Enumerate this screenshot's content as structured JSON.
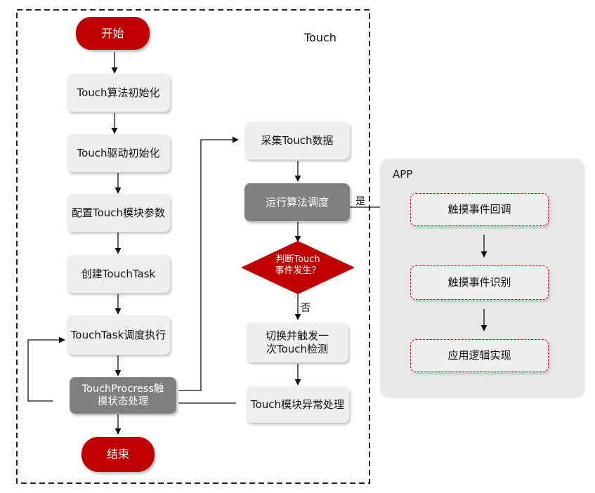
{
  "touch_region_label": "Touch",
  "app_region_label": "APP",
  "nodes": {
    "start": "开始",
    "touch_algo_init": "Touch算法初始化",
    "touch_driver_init": "Touch驱动初始化",
    "config_params": "配置Touch模块参数",
    "create_task": "创建TouchTask",
    "task_exec": "TouchTask调度执行",
    "process_state": "TouchProcress触摸状态处理",
    "end": "结束",
    "collect_data": "采集Touch数据",
    "run_algo": "运行算法调度",
    "judge_event": "判断Touch事件发生？",
    "switch_trigger": "切换并触发一次Touch检测",
    "exception_handle": "Touch模块异常处理",
    "touch_callback": "触摸事件回调",
    "touch_recognize": "触摸事件识别",
    "app_logic": "应用逻辑实现"
  },
  "branch_labels": {
    "yes": "是",
    "no": "否"
  },
  "colors": {
    "terminal": "#c00000",
    "process_box": "#efefef",
    "highlight_box": "#7f7f7f",
    "app_panel": "#e8e8e8",
    "dashed_border": "#c00000"
  }
}
